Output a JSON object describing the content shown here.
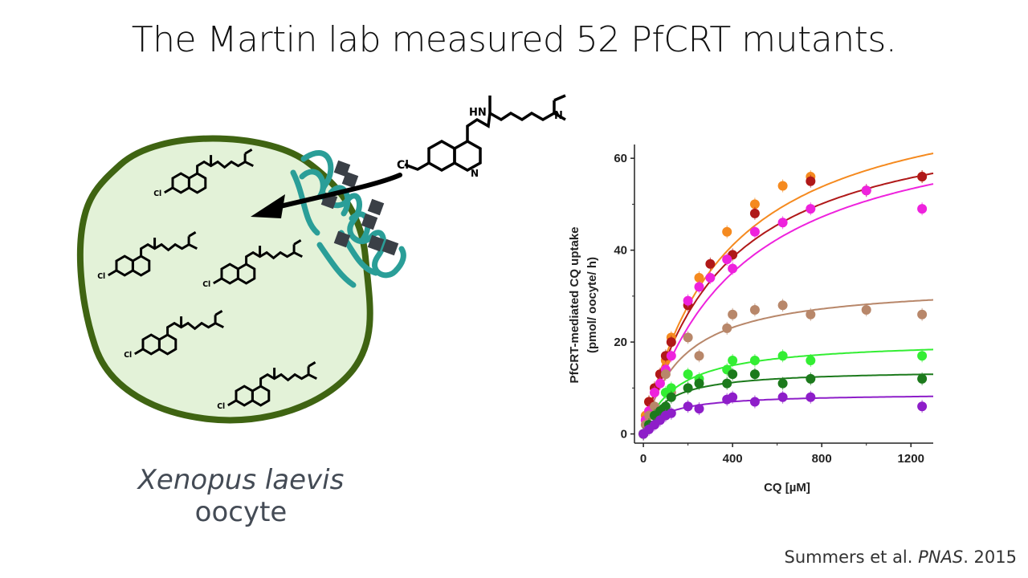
{
  "slide": {
    "title": "The Martin lab measured 52 PfCRT mutants.",
    "caption_species": "Xenopus laevis",
    "caption_cell": "oocyte",
    "citation_authors": "Summers et al. ",
    "citation_journal": "PNAS",
    "citation_year": ". 2015"
  },
  "illustration": {
    "molecule_label": "Cl",
    "molecule_amine": "HN",
    "molecule_ring_n": "N",
    "colors": {
      "cell_fill": "#e3f2d8",
      "cell_border": "#3f6412",
      "transporter": "#2a9e98",
      "transporter_blocks": "#3a3f46",
      "arrow": "#000000"
    }
  },
  "chart_data": {
    "type": "scatter",
    "xlabel": "CQ [µM]",
    "ylabel": "PfCRT-mediated CQ uptake",
    "ylabel2": "(pmol/ oocyte/ h)",
    "xlim": [
      -40,
      1300
    ],
    "ylim": [
      -2,
      63
    ],
    "xticks": [
      0,
      400,
      800,
      1200
    ],
    "yticks": [
      0,
      20,
      40,
      60
    ],
    "grid": false,
    "legend": "none",
    "series": [
      {
        "color": "#f58a1f",
        "curve_vmax": 78,
        "curve_km": 360,
        "x": [
          0,
          10,
          25,
          50,
          75,
          100,
          125,
          250,
          375,
          500,
          625,
          750,
          1250
        ],
        "y": [
          0,
          4,
          7,
          10,
          13,
          16,
          21,
          34,
          44,
          50,
          54,
          56,
          56
        ]
      },
      {
        "color": "#b01818",
        "curve_vmax": 72,
        "curve_km": 350,
        "x": [
          0,
          10,
          25,
          50,
          75,
          100,
          125,
          200,
          300,
          400,
          500,
          750,
          1000,
          1250
        ],
        "y": [
          0,
          3,
          7,
          10,
          13,
          17,
          20,
          28,
          37,
          39,
          48,
          55,
          53,
          56
        ]
      },
      {
        "color": "#ee22dd",
        "curve_vmax": 72,
        "curve_km": 420,
        "x": [
          0,
          10,
          25,
          50,
          75,
          100,
          125,
          200,
          250,
          300,
          375,
          400,
          500,
          625,
          750,
          1000,
          1250
        ],
        "y": [
          0,
          3,
          5,
          9,
          11,
          14,
          17,
          29,
          32,
          34,
          38,
          36,
          44,
          46,
          49,
          53,
          49
        ]
      },
      {
        "color": "#b8876a",
        "curve_vmax": 33,
        "curve_km": 170,
        "x": [
          0,
          10,
          25,
          50,
          100,
          125,
          200,
          250,
          375,
          400,
          500,
          625,
          750,
          1000,
          1250
        ],
        "y": [
          0,
          2,
          4,
          6,
          13,
          9,
          21,
          17,
          23,
          26,
          27,
          28,
          26,
          27,
          26
        ]
      },
      {
        "color": "#33ee33",
        "curve_vmax": 20.5,
        "curve_km": 150,
        "x": [
          0,
          25,
          50,
          100,
          125,
          200,
          250,
          375,
          400,
          500,
          625,
          750,
          1250
        ],
        "y": [
          0,
          2,
          4,
          9,
          10,
          13,
          12,
          14,
          16,
          16,
          17,
          16,
          17
        ]
      },
      {
        "color": "#1c7a1c",
        "curve_vmax": 14,
        "curve_km": 100,
        "x": [
          0,
          25,
          50,
          75,
          100,
          125,
          200,
          250,
          375,
          400,
          500,
          625,
          750,
          1250
        ],
        "y": [
          0,
          2,
          4,
          5,
          6,
          8,
          10,
          11,
          11,
          13,
          13,
          11,
          12,
          12
        ]
      },
      {
        "color": "#8e1ec9",
        "curve_vmax": 8.8,
        "curve_km": 100,
        "x": [
          0,
          25,
          50,
          75,
          100,
          125,
          200,
          250,
          375,
          400,
          500,
          625,
          750,
          1250
        ],
        "y": [
          0,
          1,
          2,
          3,
          4,
          4.5,
          6,
          5.5,
          7.5,
          8,
          7,
          8,
          8,
          6
        ]
      }
    ]
  }
}
